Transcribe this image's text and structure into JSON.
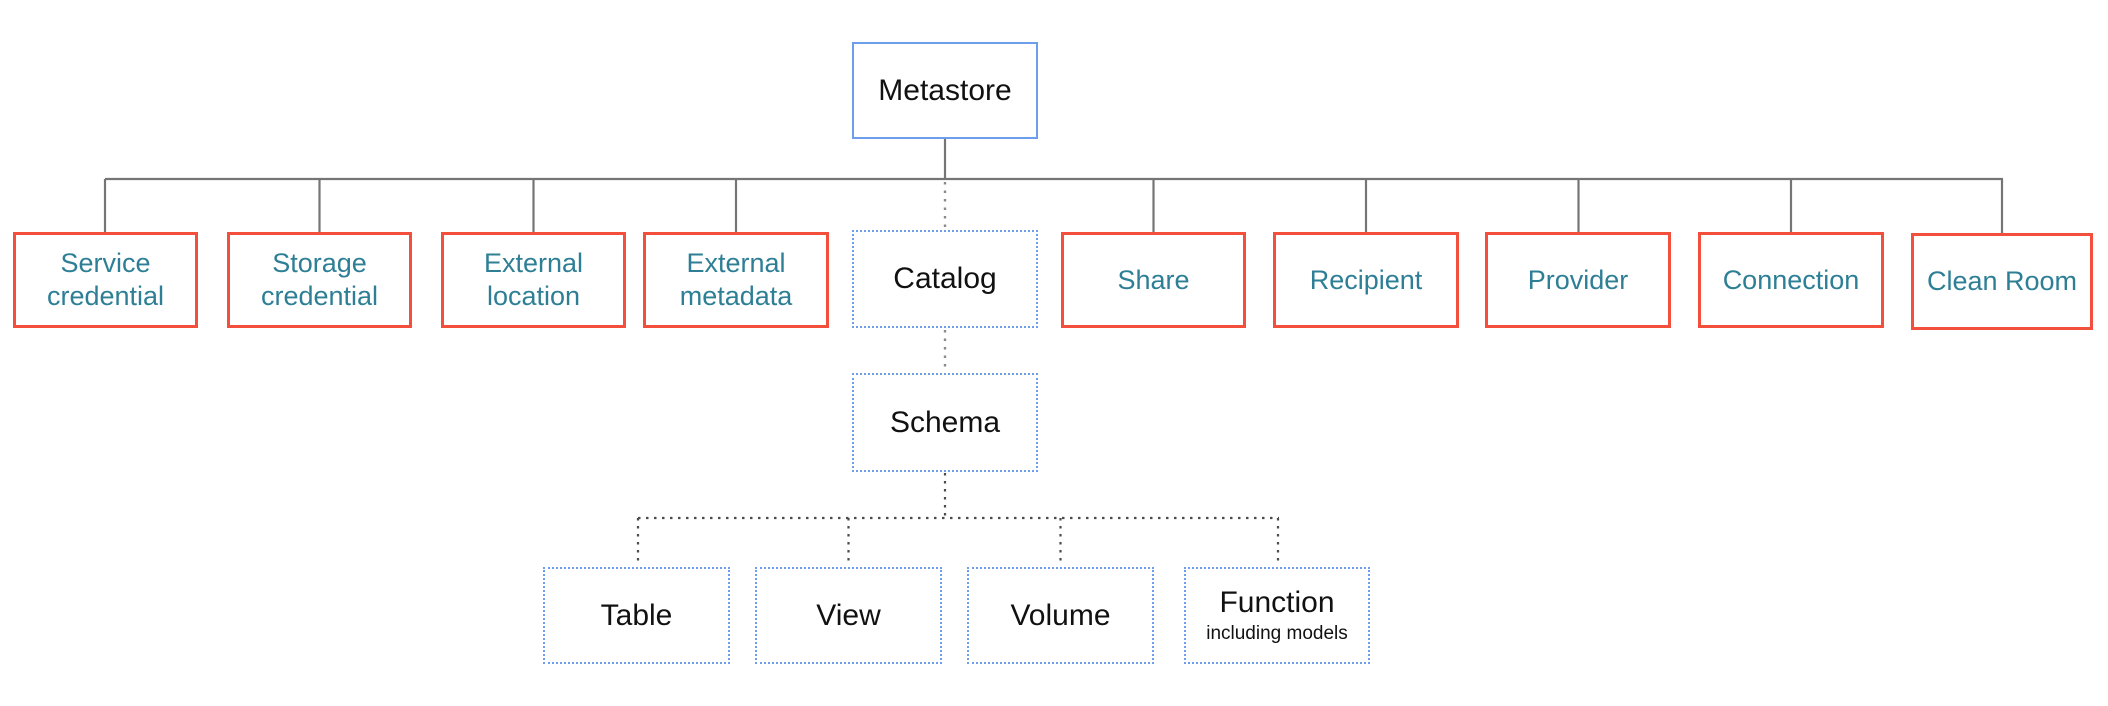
{
  "diagram": {
    "nodes": {
      "metastore": {
        "label": "Metastore"
      },
      "service_credential": {
        "label": "Service credential"
      },
      "storage_credential": {
        "label": "Storage credential"
      },
      "external_location": {
        "label": "External location"
      },
      "external_metadata": {
        "label": "External metadata"
      },
      "catalog": {
        "label": "Catalog"
      },
      "share": {
        "label": "Share"
      },
      "recipient": {
        "label": "Recipient"
      },
      "provider": {
        "label": "Provider"
      },
      "connection": {
        "label": "Connection"
      },
      "clean_room": {
        "label": "Clean Room"
      },
      "schema": {
        "label": "Schema"
      },
      "table": {
        "label": "Table"
      },
      "view": {
        "label": "View"
      },
      "volume": {
        "label": "Volume"
      },
      "function": {
        "label": "Function",
        "sublabel": "including models"
      }
    },
    "colors": {
      "red_border": "#F2503C",
      "blue_border": "#6D9EEB",
      "teal_text": "#2E7F96",
      "text_black": "#111111",
      "line_gray": "#757575",
      "dotted_gray": "#8a8a8a",
      "dotted_dark": "#4b4b4b",
      "background": "#FFFFFF"
    }
  }
}
